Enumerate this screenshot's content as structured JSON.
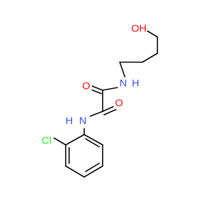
{
  "molecule": {
    "atoms": [
      {
        "id": "oh",
        "label": "OH",
        "color": "#ff0d0d"
      },
      {
        "id": "n_top",
        "label": "N",
        "color": "#3050f8"
      },
      {
        "id": "h_top",
        "label": "H",
        "color": "#3050f8"
      },
      {
        "id": "o_left",
        "label": "O",
        "color": "#ff0d0d"
      },
      {
        "id": "o_right",
        "label": "O",
        "color": "#ff0d0d"
      },
      {
        "id": "h_bottom",
        "label": "H",
        "color": "#3050f8"
      },
      {
        "id": "n_bottom",
        "label": "N",
        "color": "#3050f8"
      },
      {
        "id": "cl",
        "label": "Cl",
        "color": "#1ff01f"
      }
    ]
  }
}
